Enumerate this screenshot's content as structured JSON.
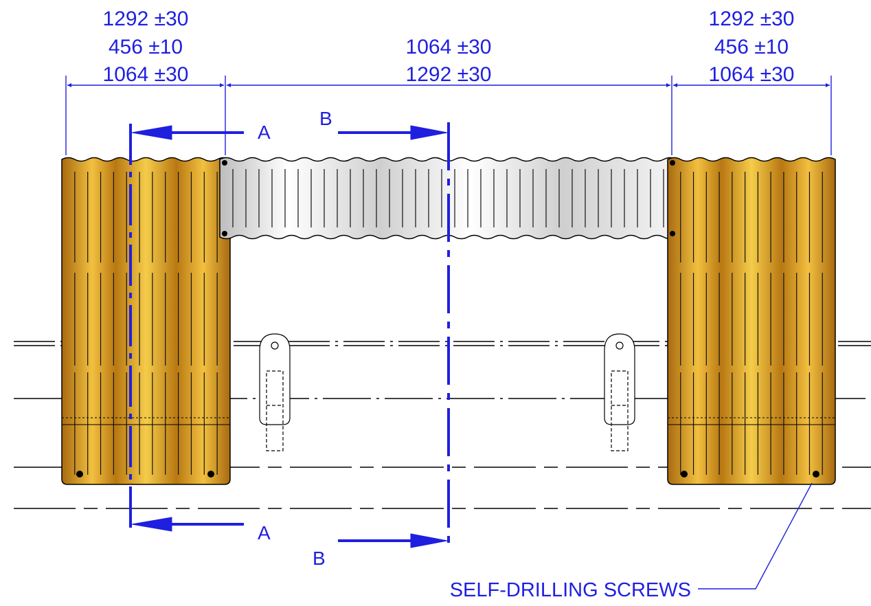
{
  "dimensions": {
    "left": [
      "1292 ±30",
      "456 ±10",
      "1064 ±30"
    ],
    "center": [
      "1064 ±30",
      "1292 ±30"
    ],
    "right": [
      "1292 ±30",
      "456 ±10",
      "1064 ±30"
    ]
  },
  "section_labels": {
    "a_top": "A",
    "a_bottom": "A",
    "b_top": "B",
    "b_bottom": "B"
  },
  "callout": "SELF-DRILLING SCREWS",
  "colors": {
    "annotation": "#1f1fe0",
    "gold_panel": "#d99a1a",
    "silver_panel": "#f2f2f2",
    "line": "#000000"
  }
}
